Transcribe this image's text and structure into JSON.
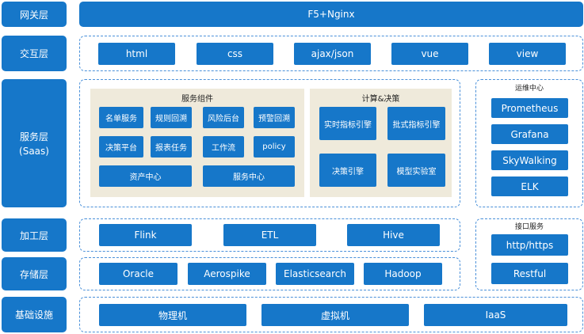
{
  "layers": {
    "gateway": "网关层",
    "interaction": "交互层",
    "service_line1": "服务层",
    "service_line2": "(Saas)",
    "processing": "加工层",
    "storage": "存储层",
    "infra": "基础设施"
  },
  "gateway": {
    "label": "F5+Nginx"
  },
  "interaction": {
    "items": [
      "html",
      "css",
      "ajax/json",
      "vue",
      "view"
    ]
  },
  "service": {
    "components_title": "服务组件",
    "components": [
      "名单服务",
      "规则回溯",
      "风险后台",
      "预警回溯",
      "决策平台",
      "报表任务",
      "工作流",
      "policy",
      "资产中心",
      "服务中心"
    ],
    "compute_title": "计算&决策",
    "compute": [
      "实时指标引擎",
      "批式指标引擎",
      "决策引擎",
      "模型实验室"
    ]
  },
  "ops": {
    "title": "运维中心",
    "items": [
      "Prometheus",
      "Grafana",
      "SkyWalking",
      "ELK"
    ]
  },
  "processing": {
    "items": [
      "Flink",
      "ETL",
      "Hive"
    ]
  },
  "api": {
    "title": "接口服务",
    "items": [
      "http/https",
      "Restful"
    ]
  },
  "storage": {
    "items": [
      "Oracle",
      "Aerospike",
      "Elasticsearch",
      "Hadoop"
    ]
  },
  "infra": {
    "items": [
      "物理机",
      "虚拟机",
      "IaaS"
    ]
  }
}
